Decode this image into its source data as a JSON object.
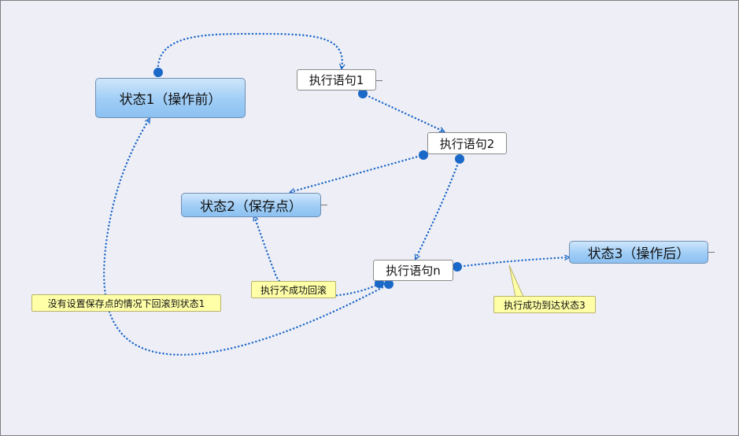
{
  "nodes": {
    "state1": "状态1（操作前）",
    "stmt1": "执行语句1",
    "stmt2": "执行语句2",
    "state2": "状态2（保存点）",
    "stmtn": "执行语句n",
    "state3": "状态3（操作后）"
  },
  "callouts": {
    "rollback_no_savepoint": "没有设置保存点的情况下回滚到状态1",
    "fail_rollback": "执行不成功回滚",
    "success": "执行成功到达状态3"
  },
  "colors": {
    "connector": "#1a68c8",
    "state_fill": "#9fcdf6",
    "callout_fill": "#ffffa8",
    "background": "#eeeef6"
  }
}
